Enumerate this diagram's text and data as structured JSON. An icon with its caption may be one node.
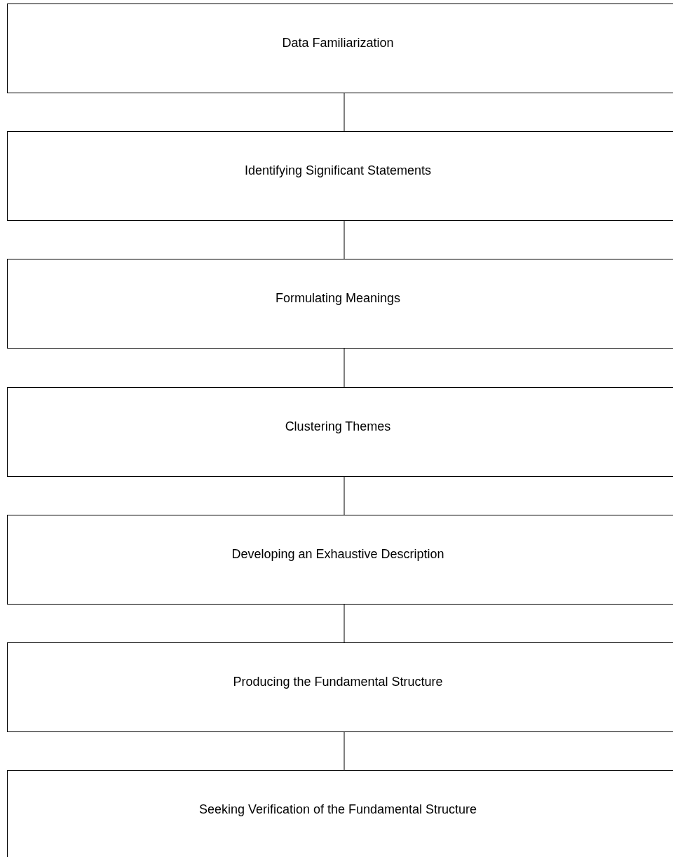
{
  "diagram": {
    "nodes": [
      {
        "text": [
          "Data Familiarization"
        ]
      },
      {
        "text": [
          "Identifying Significant Statements"
        ]
      },
      {
        "text": [
          "Formulating Meanings"
        ]
      },
      {
        "text": [
          "Clustering Themes"
        ]
      },
      {
        "text": [
          "Developing an Exhaustive Description"
        ]
      },
      {
        "text": [
          "Producing the Fundamental Structure"
        ]
      },
      {
        "text": [
          "Seeking Verification of the Fundamental Structure"
        ]
      }
    ],
    "edges": [
      {
        "from": 0,
        "to": 1,
        "arrow": "none"
      },
      {
        "from": 1,
        "to": 2,
        "arrow": "none"
      },
      {
        "from": 2,
        "to": 3,
        "arrow": "none"
      },
      {
        "from": 3,
        "to": 4,
        "arrow": "none"
      },
      {
        "from": 4,
        "to": 5,
        "arrow": "none"
      },
      {
        "from": 5,
        "to": 6,
        "arrow": "none"
      }
    ]
  }
}
